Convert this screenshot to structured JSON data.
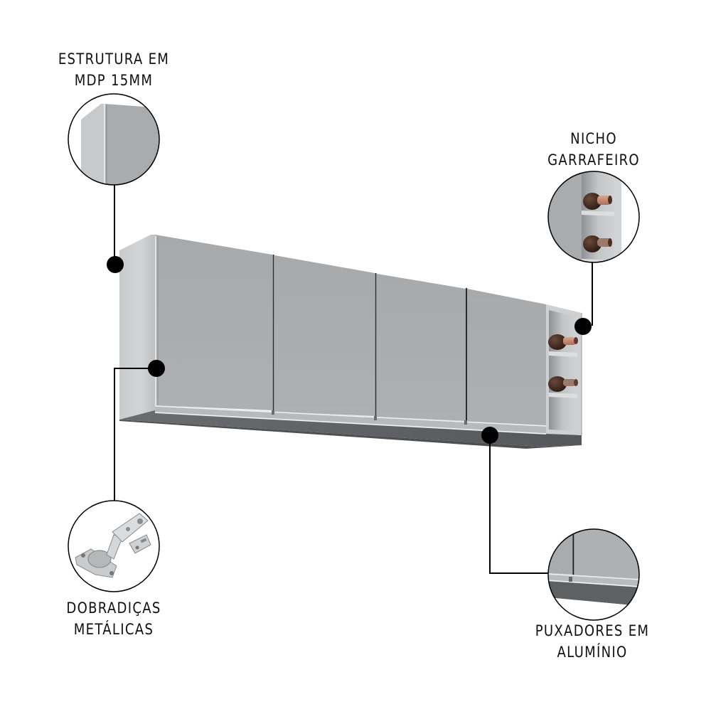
{
  "product": {
    "description": "Armário aéreo de cozinha com 4 portas e nicho garrafeiro",
    "door_count": 4,
    "niche_bottle_count": 2,
    "colors": {
      "background": "#ffffff",
      "cabinet_front": "#a9abad",
      "cabinet_side": "#c8c9ca",
      "cabinet_bottom": "#5d5f61",
      "niche_interior": "#b9bbbd",
      "callout_line": "#000000",
      "callout_dot": "#000000",
      "label_text": "#111111"
    }
  },
  "callouts": [
    {
      "id": "estrutura",
      "title_line1": "ESTRUTURA EM",
      "title_line2": "MDP 15MM",
      "icon": "mdp-corner-detail-icon",
      "position": "top-left"
    },
    {
      "id": "nicho",
      "title_line1": "NICHO",
      "title_line2": "GARRAFEIRO",
      "icon": "wine-niche-detail-icon",
      "position": "top-right"
    },
    {
      "id": "dobradicas",
      "title_line1": "DOBRADIÇAS",
      "title_line2": "METÁLICAS",
      "icon": "metal-hinge-icon",
      "position": "bottom-left"
    },
    {
      "id": "puxadores",
      "title_line1": "PUXADORES EM",
      "title_line2": "ALUMÍNIO",
      "icon": "aluminum-handle-detail-icon",
      "position": "bottom-right"
    }
  ]
}
